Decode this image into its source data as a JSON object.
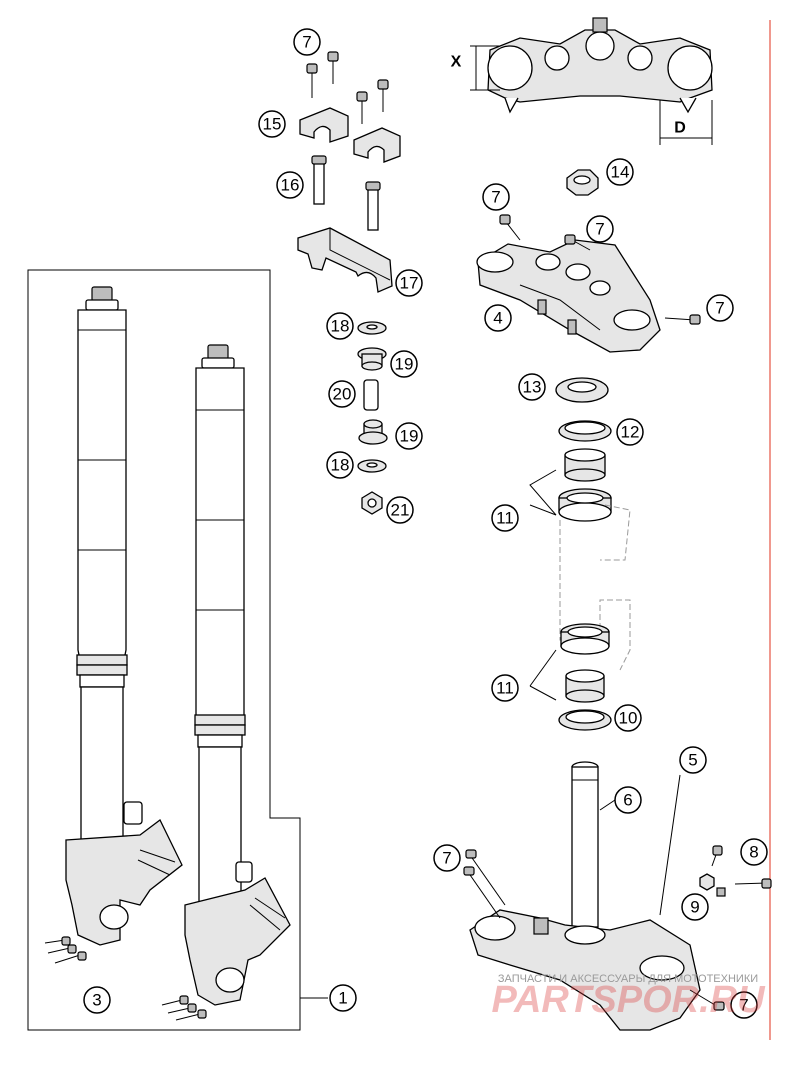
{
  "callouts": {
    "c1": "1",
    "c3": "3",
    "c4": "4",
    "c5": "5",
    "c6": "6",
    "c7a": "7",
    "c7b": "7",
    "c7c": "7",
    "c7d": "7",
    "c7e": "7",
    "c7f": "7",
    "c8": "8",
    "c9": "9",
    "c10": "10",
    "c11a": "11",
    "c11b": "11",
    "c12": "12",
    "c13": "13",
    "c14": "14",
    "c15": "15",
    "c16": "16",
    "c17": "17",
    "c18a": "18",
    "c18b": "18",
    "c19a": "19",
    "c19b": "19",
    "c20": "20",
    "c21": "21"
  },
  "dimensions": {
    "x_label": "X",
    "d_label": "D"
  },
  "watermark": {
    "tagline": "ЗАПЧАСТИ И АКСЕССУАРЫ ДЛЯ МОТОТЕХНИКИ",
    "brand": "PARTSPOR.RU"
  },
  "colors": {
    "margin_line": "#e0301e",
    "watermark": "#d93a3a"
  }
}
